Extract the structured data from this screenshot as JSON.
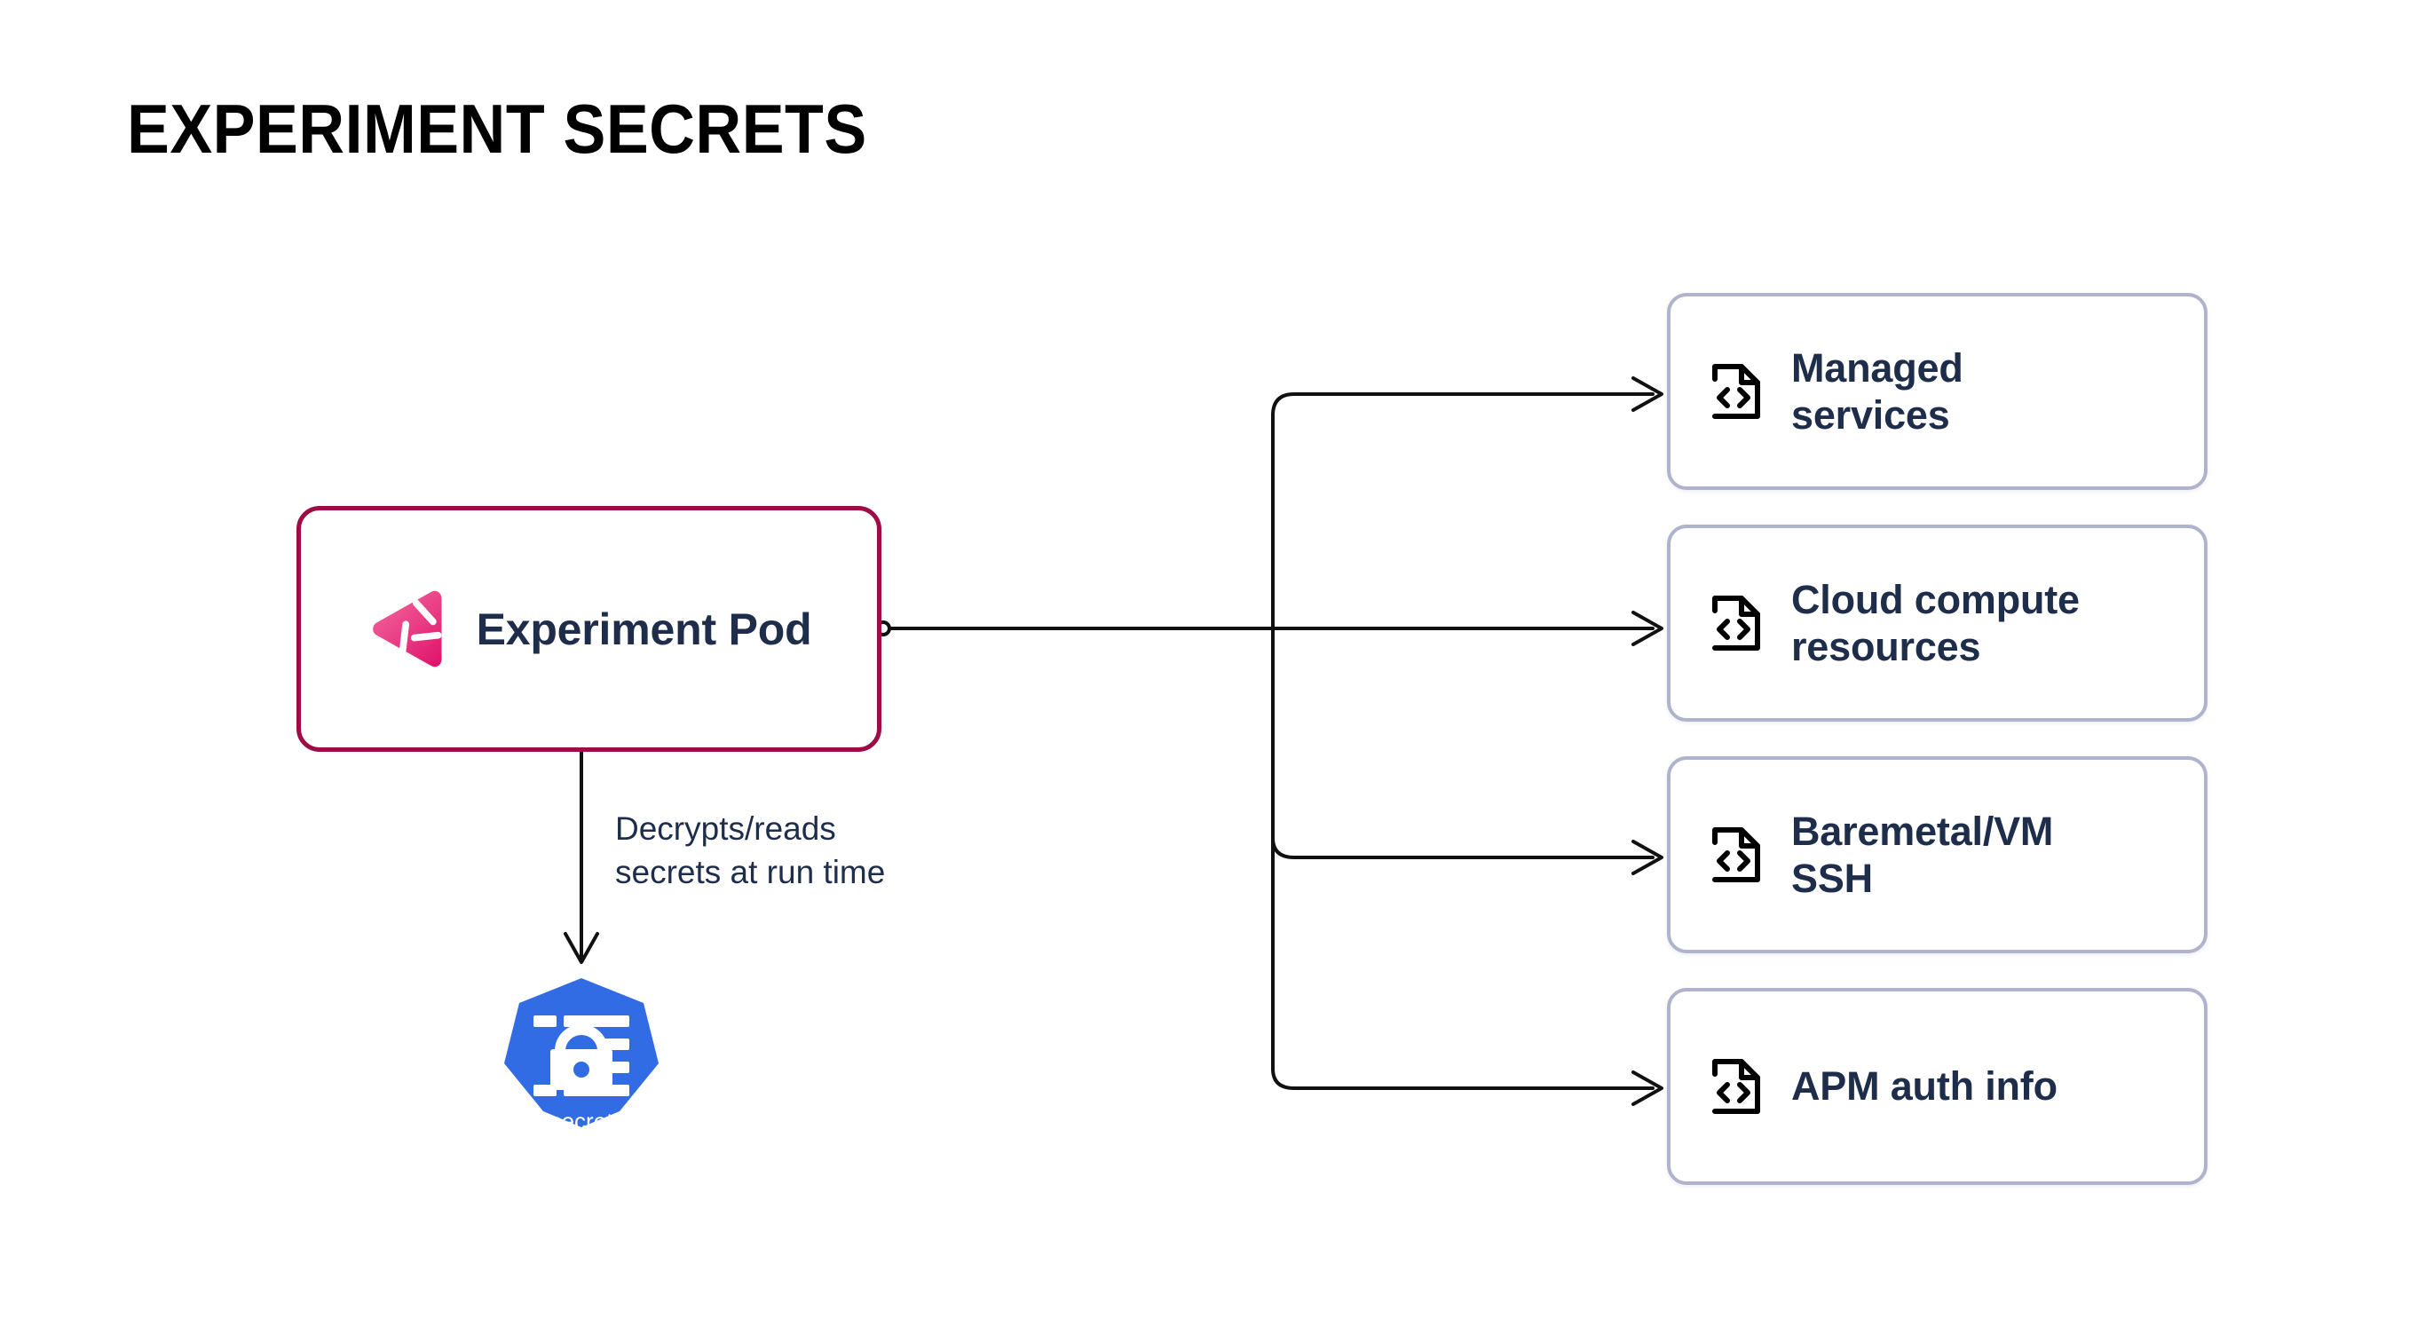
{
  "page": {
    "title": "EXPERIMENT SECRETS",
    "background_color": "#ffffff"
  },
  "colors": {
    "pod_border": "#9E0B45",
    "card_border": "#AFB3CC",
    "text_navy": "#1E2D4A",
    "kubernetes_blue": "#326CE5",
    "connector": "#111111",
    "logo_gradient_start": "#F4699E",
    "logo_gradient_end": "#E0176E"
  },
  "source_node": {
    "label": "Experiment Pod",
    "icon": "gremlin-logo-icon",
    "border_color": "#9E0B45"
  },
  "edge_annotation": {
    "line1": "Decrypts/reads",
    "line2": "secrets at run time"
  },
  "secret_node": {
    "label": "secret",
    "icon": "kubernetes-secret-icon",
    "color": "#326CE5"
  },
  "targets": [
    {
      "label_line1": "Managed",
      "label_line2": "services",
      "icon": "file-code-icon"
    },
    {
      "label_line1": "Cloud compute",
      "label_line2": "resources",
      "icon": "file-code-icon"
    },
    {
      "label_line1": "Baremetal/VM",
      "label_line2": "SSH",
      "icon": "file-code-icon"
    },
    {
      "label_line1": "APM auth info",
      "label_line2": "",
      "icon": "file-code-icon"
    }
  ],
  "connectors": {
    "port_marker": "circle",
    "arrow_style": "open-chevron",
    "branch_count": 4
  }
}
